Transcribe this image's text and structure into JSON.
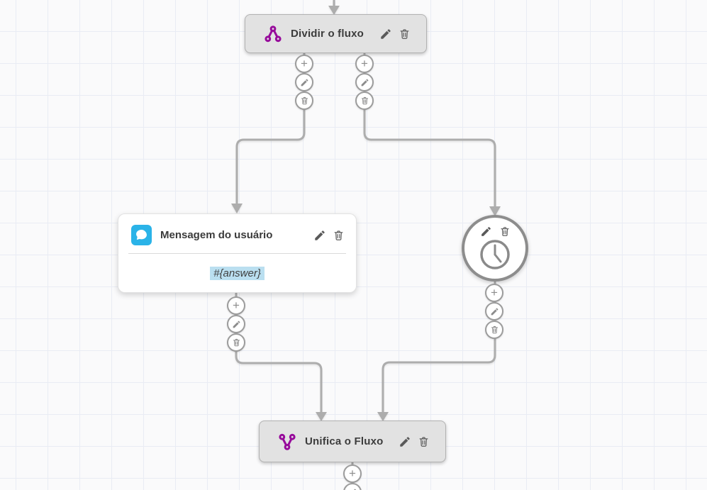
{
  "canvas": {
    "nodes": {
      "split": {
        "title": "Dividir o fluxo"
      },
      "message": {
        "title": "Mensagem do usuário",
        "body": "#{answer}"
      },
      "timer": {
        "icon": "clock-icon"
      },
      "merge": {
        "title": "Unifica o Fluxo"
      }
    },
    "action_buttons": {
      "add_label": "+",
      "edit_icon": "pencil-icon",
      "delete_icon": "trash-icon"
    },
    "connectors": [
      "into-split-node",
      "split-to-message",
      "split-to-timer",
      "message-to-merge",
      "timer-to-merge",
      "merge-out"
    ]
  },
  "colors": {
    "accent_purple": "#970b9b",
    "chat_icon_bg": "#2ab3e8",
    "highlight_blue": "#badff0",
    "connector_gray": "#adadad",
    "node_gray": "#e2e2e2",
    "grid_line": "#e9ecf4",
    "canvas_bg": "#fafafb"
  }
}
